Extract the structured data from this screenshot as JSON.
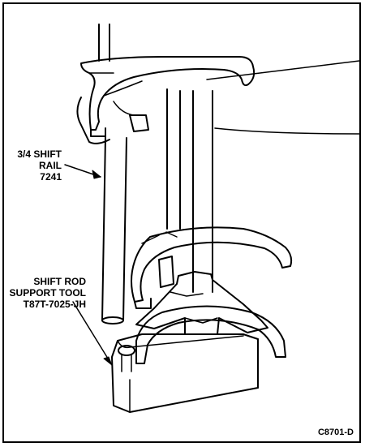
{
  "labels": {
    "rail": {
      "line1": "3/4 SHIFT",
      "line2": "RAIL",
      "line3": "7241"
    },
    "tool": {
      "line1": "SHIFT ROD",
      "line2": "SUPPORT TOOL",
      "line3": "T87T-7025-JH"
    }
  },
  "figure_code": "C8701-D",
  "colors": {
    "ink": "#000000",
    "paper": "#ffffff"
  }
}
